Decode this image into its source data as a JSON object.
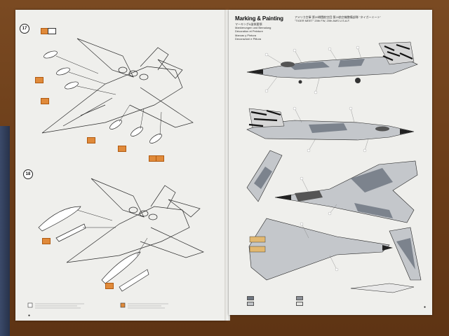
{
  "left_page": {
    "steps": [
      {
        "number": "17"
      },
      {
        "number": "18"
      }
    ]
  },
  "right_page": {
    "title": "Marking & Painting",
    "subtitles": [
      "マーキング&塗装要領",
      "Markierungen und Bemalung",
      "Décoration et Peinture",
      "Marcas y Pintura",
      "Decorazioni e Pittura"
    ],
    "header_lines": [
      "アメリカ空軍 第20戦闘航空団 第20航空機整備部隊 \"タイガーミート\"",
      "\"TIGER MEET\" 20th FW, 20th AMS U.S.A.F."
    ]
  },
  "colors": {
    "desk": "#6b3f1c",
    "page": "#efefec",
    "ink": "#2a2a2a",
    "accent": "#e08a3a",
    "camo_light": "#bfc2c6",
    "camo_dark": "#6e7580",
    "tiger_black": "#1a1a1a"
  }
}
